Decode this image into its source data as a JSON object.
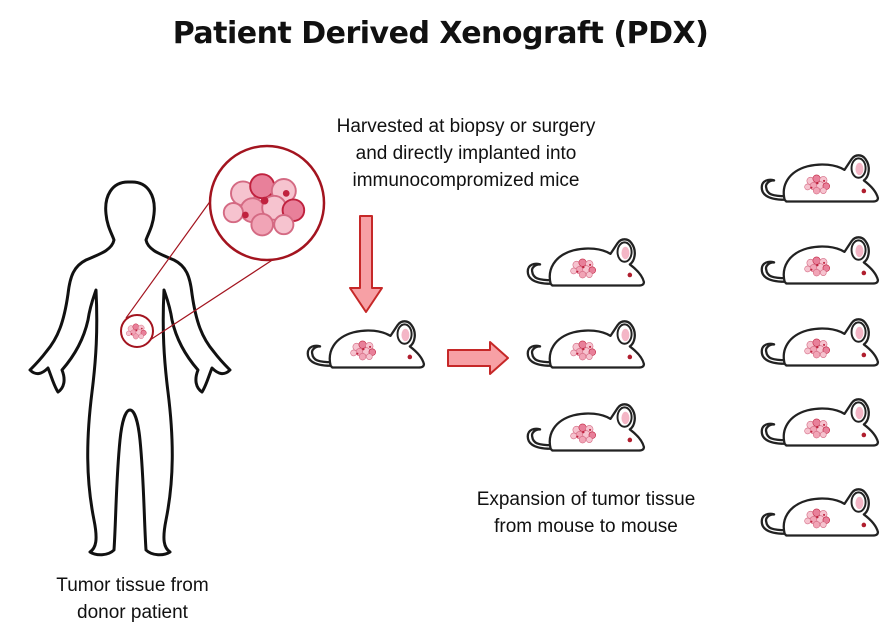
{
  "title": "Patient Derived Xenograft (PDX)",
  "harvest_caption": {
    "line1": "Harvested at biopsy or surgery",
    "line2": "and directly implanted into",
    "line3": "immunocompromized mice"
  },
  "expansion_caption": {
    "line1": "Expansion of tumor tissue",
    "line2": "from mouse to mouse"
  },
  "donor_caption": {
    "line1": "Tumor tissue from",
    "line2": "donor patient"
  },
  "colors": {
    "outline": "#222222",
    "tumor_dark": "#c0223f",
    "tumor_light": "#f4b8c6",
    "arrow_fill": "#f7a0a5",
    "arrow_stroke": "#c62828",
    "ear_inner": "#f4b6c6",
    "eye": "#b01e2e"
  }
}
